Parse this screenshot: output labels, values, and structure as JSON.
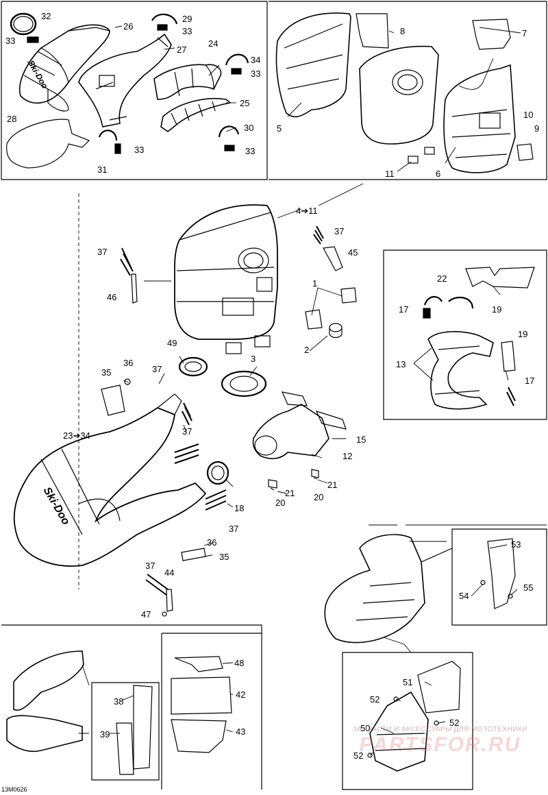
{
  "figure_code": "13M0626",
  "watermark": {
    "tagline": "ЗАПЧАСТИ И АКСЕССУАРЫ ДЛЯ МОТОТЕХНИКИ",
    "brand": "PARTSFOR.RU"
  },
  "callouts": {
    "c1": "1",
    "c2": "2",
    "c3": "3",
    "c4_11": "4➔11",
    "c5": "5",
    "c6": "6",
    "c7": "7",
    "c8": "8",
    "c9": "9",
    "c10": "10",
    "c11": "11",
    "c12": "12",
    "c13": "13",
    "c15": "15",
    "c17a": "17",
    "c17b": "17",
    "c18": "18",
    "c19a": "19",
    "c19b": "19",
    "c20a": "20",
    "c20b": "20",
    "c21a": "21",
    "c21b": "21",
    "c22": "22",
    "c23_34": "23➔34",
    "c24": "24",
    "c25": "25",
    "c26": "26",
    "c27": "27",
    "c28": "28",
    "c29": "29",
    "c30": "30",
    "c31": "31",
    "c32": "32",
    "c33a": "33",
    "c33b": "33",
    "c33c": "33",
    "c33d": "33",
    "c34": "34",
    "c35a": "35",
    "c35b": "35",
    "c36a": "36",
    "c36b": "36",
    "c37a": "37",
    "c37b": "37",
    "c37c": "37",
    "c37d": "37",
    "c37e": "37",
    "c37f": "37",
    "c38": "38",
    "c39": "39",
    "c42": "42",
    "c43": "43",
    "c44": "44",
    "c45": "45",
    "c46": "46",
    "c47": "47",
    "c48": "48",
    "c49": "49",
    "c50": "50",
    "c51": "51",
    "c52a": "52",
    "c52b": "52",
    "c52c": "52",
    "c53": "53",
    "c54": "54",
    "c55": "55"
  },
  "decals": {
    "brand_top": "Ski-Doo",
    "brand_main": "Ski-Doo"
  }
}
